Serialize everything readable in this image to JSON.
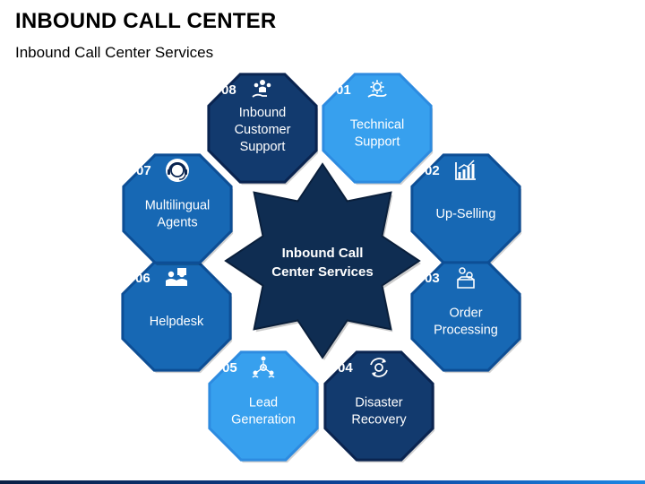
{
  "title": "INBOUND CALL CENTER",
  "subtitle": "Inbound Call Center Services",
  "center": {
    "lines": [
      "Inbound Call",
      "Center Services"
    ]
  },
  "colors": {
    "dark": "#123a6e",
    "mid": "#1768b4",
    "light": "#37a0ee",
    "outline_dark": "#0a2450",
    "outline_mid": "#0d4e95",
    "outline_light": "#2d8be0",
    "star": "#0f2d52",
    "star_dark": "#0a1f3b"
  },
  "services": [
    {
      "num": "01",
      "lines": [
        "Technical",
        "Support"
      ],
      "icon": "gear-hand-icon",
      "color": "light"
    },
    {
      "num": "02",
      "lines": [
        "Up-Selling"
      ],
      "icon": "growth-chart-icon",
      "color": "mid"
    },
    {
      "num": "03",
      "lines": [
        "Order",
        "Processing"
      ],
      "icon": "gears-box-icon",
      "color": "mid"
    },
    {
      "num": "04",
      "lines": [
        "Disaster",
        "Recovery"
      ],
      "icon": "recovery-gear-icon",
      "color": "dark"
    },
    {
      "num": "05",
      "lines": [
        "Lead",
        "Generation"
      ],
      "icon": "network-people-icon",
      "color": "light"
    },
    {
      "num": "06",
      "lines": [
        "Helpdesk"
      ],
      "icon": "helpdesk-icon",
      "color": "mid"
    },
    {
      "num": "07",
      "lines": [
        "Multilingual",
        "Agents"
      ],
      "icon": "headset-agent-icon",
      "color": "mid"
    },
    {
      "num": "08",
      "lines": [
        "Inbound",
        "Customer",
        "Support"
      ],
      "icon": "support-team-icon",
      "color": "dark"
    }
  ]
}
